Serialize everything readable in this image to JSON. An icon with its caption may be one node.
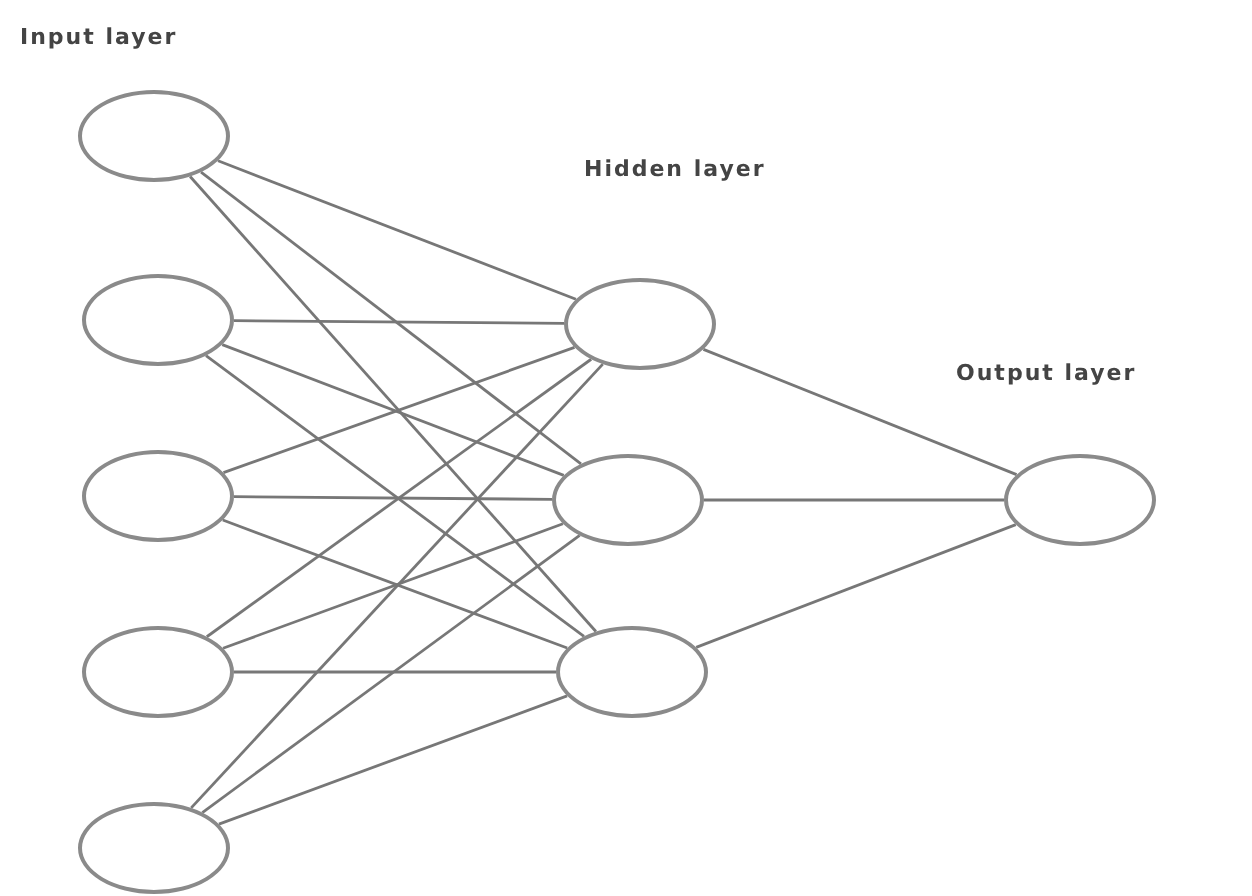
{
  "diagram": {
    "nodes": [
      {
        "text": [],
        "shape": "circle"
      },
      {
        "text": [],
        "shape": "circle"
      },
      {
        "text": [],
        "shape": "circle"
      },
      {
        "text": [],
        "shape": "circle"
      },
      {
        "text": [],
        "shape": "circle"
      },
      {
        "text": [],
        "shape": "circle"
      },
      {
        "text": [],
        "shape": "circle"
      },
      {
        "text": [],
        "shape": "circle"
      },
      {
        "text": [],
        "shape": "circle"
      }
    ],
    "edges": [
      {
        "from": 0,
        "to": 5,
        "arrow": "none"
      },
      {
        "from": 0,
        "to": 6,
        "arrow": "none"
      },
      {
        "from": 0,
        "to": 7,
        "arrow": "none"
      },
      {
        "from": 1,
        "to": 5,
        "arrow": "none"
      },
      {
        "from": 1,
        "to": 6,
        "arrow": "none"
      },
      {
        "from": 1,
        "to": 7,
        "arrow": "none"
      },
      {
        "from": 2,
        "to": 5,
        "arrow": "none"
      },
      {
        "from": 2,
        "to": 6,
        "arrow": "none"
      },
      {
        "from": 2,
        "to": 7,
        "arrow": "none"
      },
      {
        "from": 3,
        "to": 5,
        "arrow": "none"
      },
      {
        "from": 3,
        "to": 6,
        "arrow": "none"
      },
      {
        "from": 3,
        "to": 7,
        "arrow": "none"
      },
      {
        "from": 4,
        "to": 5,
        "arrow": "none"
      },
      {
        "from": 4,
        "to": 6,
        "arrow": "none"
      },
      {
        "from": 4,
        "to": 7,
        "arrow": "none"
      },
      {
        "from": 5,
        "to": 8,
        "arrow": "none"
      },
      {
        "from": 6,
        "to": 8,
        "arrow": "none"
      },
      {
        "from": 7,
        "to": 8,
        "arrow": "none"
      }
    ],
    "labels": [
      "Input layer",
      "Hidden layer",
      "Output layer"
    ]
  }
}
